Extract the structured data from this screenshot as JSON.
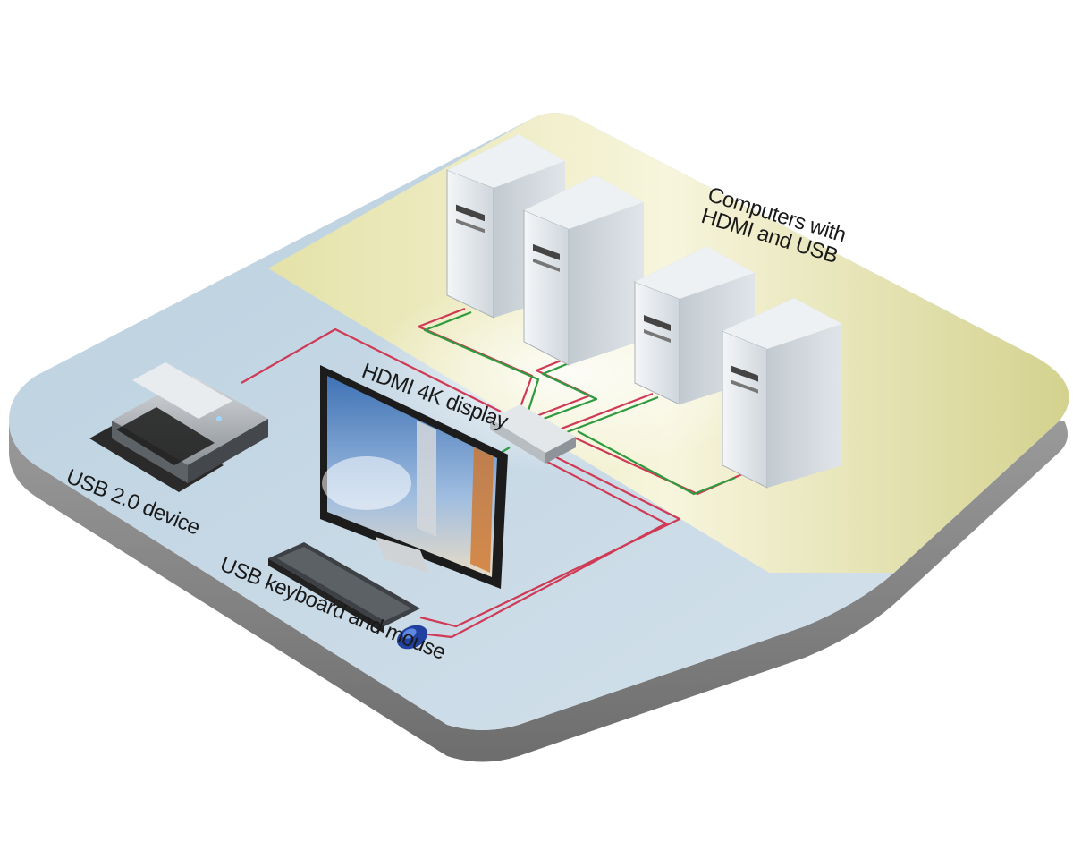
{
  "labels": {
    "computers_line1": "Computers with",
    "computers_line2": "HDMI and USB",
    "display": "HDMI 4K display",
    "usb_device": "USB 2.0 device",
    "keyboard_mouse": "USB keyboard and mouse"
  },
  "colors": {
    "floor_blue": "#c9d9e6",
    "floor_yellow": "#d9d99a",
    "floor_edge": "#8a8a8a",
    "hdmi_cable": "#cf3a55",
    "usb_cable": "#2f9a3e",
    "pc_case": "#dde3e8"
  },
  "icons": [
    "computer-tower-icon",
    "printer-icon",
    "monitor-icon",
    "kvm-switch-icon",
    "keyboard-icon",
    "mouse-icon"
  ]
}
